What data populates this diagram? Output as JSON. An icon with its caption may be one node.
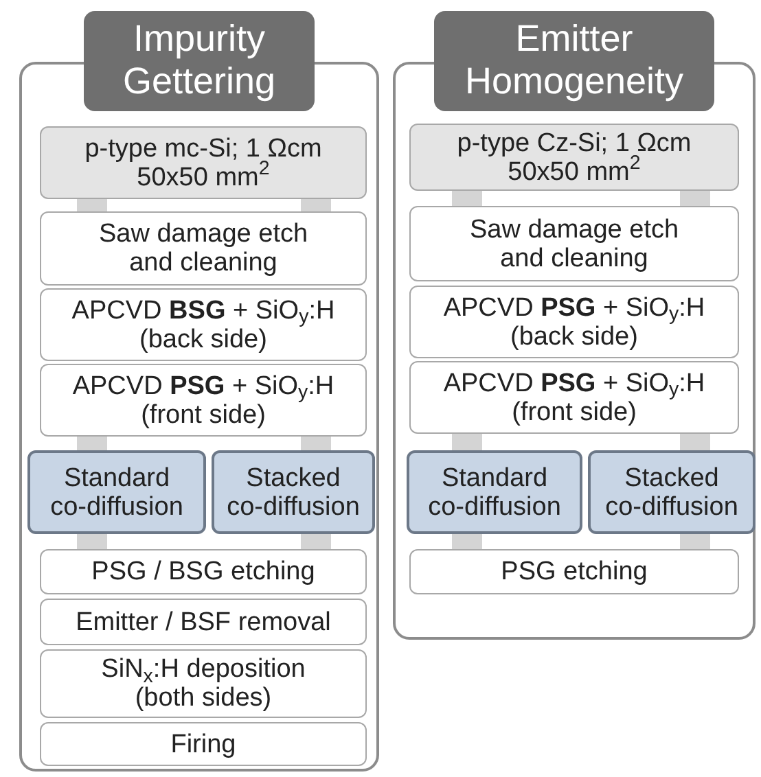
{
  "diagram": {
    "nodes": [
      {
        "text": [
          "Impurity Gettering"
        ]
      },
      {
        "text": [
          "p-type mc-Si; 1 Ωcm 50x50 mm$^{2}$"
        ],
        "in": 0
      },
      {
        "text": [
          "Saw damage etch and cleaning"
        ],
        "in": 0
      },
      {
        "text": [
          "APCVD **BSG** + SiO$_{y}$:H (back side)"
        ],
        "in": 0
      },
      {
        "text": [
          "APCVD **PSG** + SiO$_{y}$:H (front side)"
        ],
        "in": 0
      },
      {
        "text": [
          "Standard co-diffusion"
        ],
        "in": 0
      },
      {
        "text": [
          "Stacked co-diffusion"
        ],
        "in": 0
      },
      {
        "text": [
          "PSG / BSG etching"
        ],
        "in": 0
      },
      {
        "text": [
          "Emitter / BSF removal"
        ],
        "in": 0
      },
      {
        "text": [
          "SiN$_{x}$:H deposition (both sides)"
        ],
        "in": 0
      },
      {
        "text": [
          "Firing"
        ],
        "in": 0
      },
      {
        "text": [
          "Emitter Homogeneity"
        ]
      },
      {
        "text": [
          "p-type Cz-Si; 1 Ωcm 50x50 mm$^{2}$"
        ],
        "in": 11
      },
      {
        "text": [
          "Saw damage etch and cleaning"
        ],
        "in": 11
      },
      {
        "text": [
          "APCVD **PSG** + SiO$_{y}$:H (back side)"
        ],
        "in": 11
      },
      {
        "text": [
          "APCVD **PSG** + SiO$_{y}$:H (front side)"
        ],
        "in": 11
      },
      {
        "text": [
          "Standard co-diffusion"
        ],
        "in": 11
      },
      {
        "text": [
          "Stacked co-diffusion"
        ],
        "in": 11
      },
      {
        "text": [
          "PSG etching"
        ],
        "in": 11
      }
    ],
    "edges": [
      {
        "from": 1,
        "to": 2,
        "arrow": "none"
      },
      {
        "from": 1,
        "to": 2,
        "arrow": "none"
      },
      {
        "from": 4,
        "to": 5,
        "arrow": "none"
      },
      {
        "from": 4,
        "to": 6,
        "arrow": "none"
      },
      {
        "from": 5,
        "to": 7,
        "arrow": "none"
      },
      {
        "from": 6,
        "to": 7,
        "arrow": "none"
      },
      {
        "from": 12,
        "to": 13,
        "arrow": "none"
      },
      {
        "from": 12,
        "to": 13,
        "arrow": "none"
      },
      {
        "from": 15,
        "to": 16,
        "arrow": "none"
      },
      {
        "from": 15,
        "to": 17,
        "arrow": "none"
      },
      {
        "from": 16,
        "to": 18,
        "arrow": "none"
      },
      {
        "from": 17,
        "to": 18,
        "arrow": "none"
      }
    ]
  }
}
